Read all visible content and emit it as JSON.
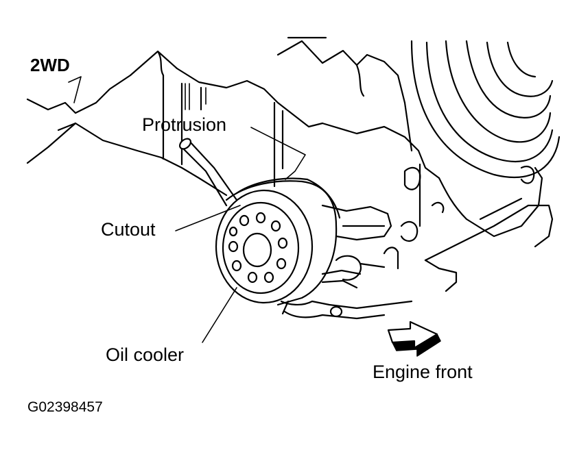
{
  "figure": {
    "variant_label": "2WD",
    "figure_id": "G02398457"
  },
  "labels": {
    "protrusion": "Protrusion",
    "cutout": "Cutout",
    "oil_cooler": "Oil cooler",
    "engine_front": "Engine front"
  },
  "colors": {
    "line": "#000000",
    "background": "#ffffff"
  }
}
